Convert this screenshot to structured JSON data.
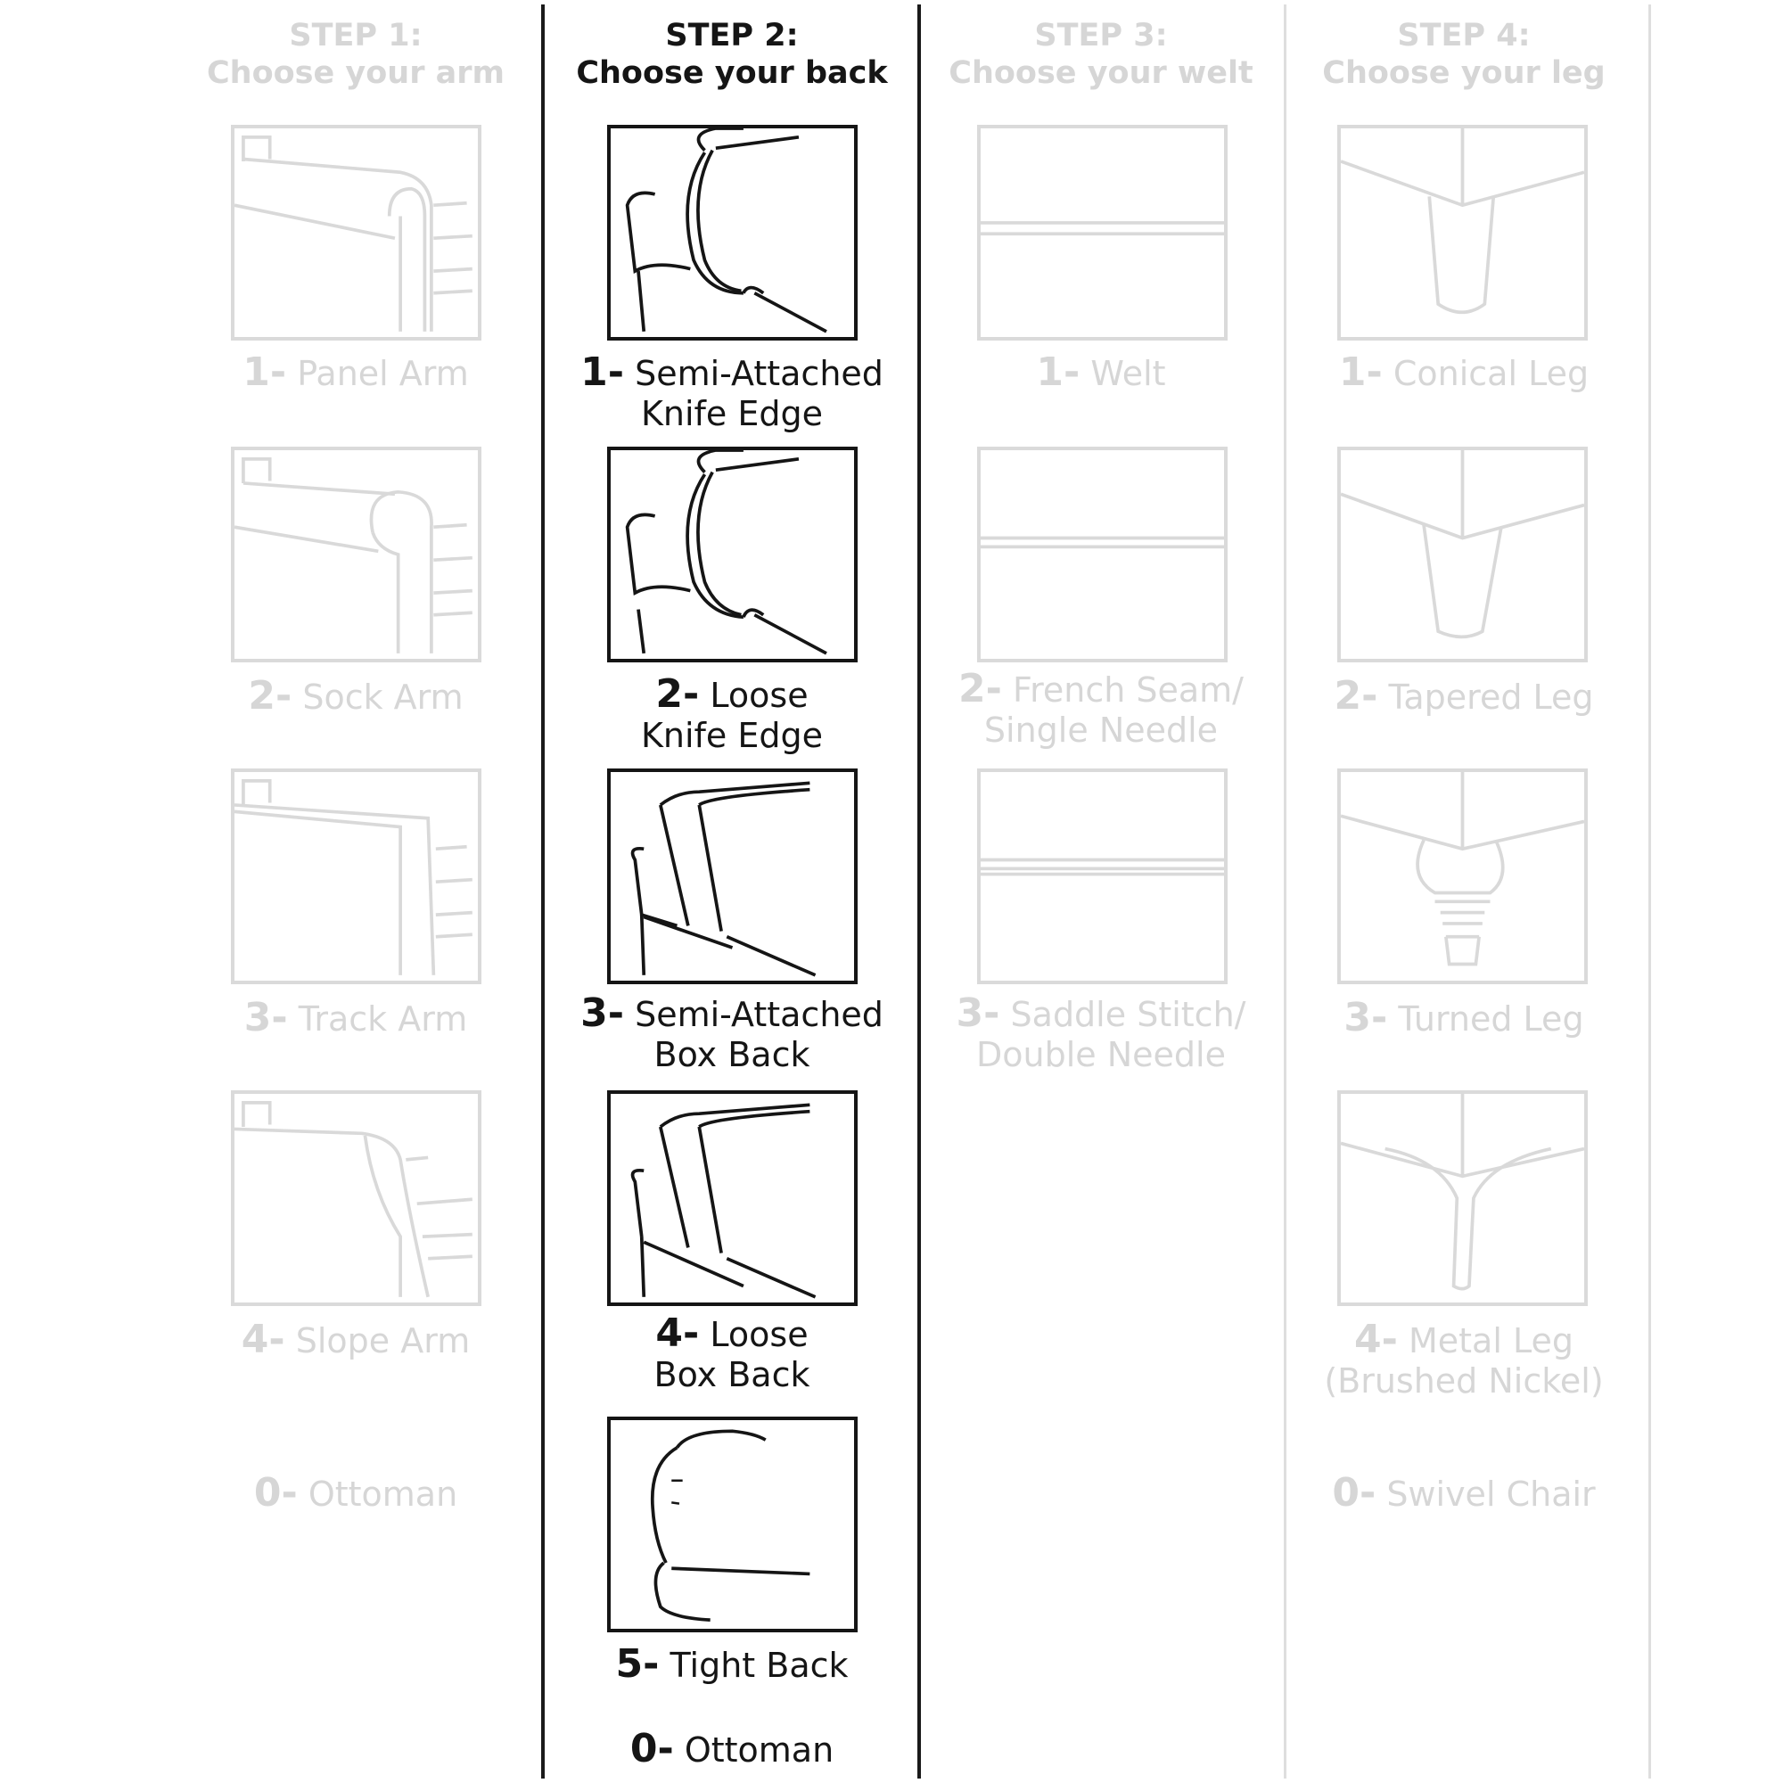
{
  "steps": [
    {
      "heading": [
        "STEP 1:",
        "Choose your arm"
      ],
      "active": false,
      "options": [
        {
          "num": "1-",
          "lines": [
            "Panel Arm"
          ],
          "icon": "panel-arm-icon"
        },
        {
          "num": "2-",
          "lines": [
            "Sock Arm"
          ],
          "icon": "sock-arm-icon"
        },
        {
          "num": "3-",
          "lines": [
            "Track Arm"
          ],
          "icon": "track-arm-icon"
        },
        {
          "num": "4-",
          "lines": [
            "Slope Arm"
          ],
          "icon": "slope-arm-icon"
        },
        {
          "num": "0-",
          "lines": [
            "Ottoman"
          ],
          "icon": null
        }
      ]
    },
    {
      "heading": [
        "STEP 2:",
        "Choose your back"
      ],
      "active": true,
      "options": [
        {
          "num": "1-",
          "lines": [
            "Semi-Attached",
            "Knife Edge"
          ],
          "icon": "semi-attached-knife-edge-icon"
        },
        {
          "num": "2-",
          "lines": [
            "Loose",
            "Knife Edge"
          ],
          "icon": "loose-knife-edge-icon"
        },
        {
          "num": "3-",
          "lines": [
            "Semi-Attached",
            "Box Back"
          ],
          "icon": "semi-attached-box-back-icon"
        },
        {
          "num": "4-",
          "lines": [
            "Loose",
            "Box Back"
          ],
          "icon": "loose-box-back-icon"
        },
        {
          "num": "5-",
          "lines": [
            "Tight Back"
          ],
          "icon": "tight-back-icon"
        },
        {
          "num": "0-",
          "lines": [
            "Ottoman"
          ],
          "icon": null
        }
      ]
    },
    {
      "heading": [
        "STEP 3:",
        "Choose your welt"
      ],
      "active": false,
      "options": [
        {
          "num": "1-",
          "lines": [
            "Welt"
          ],
          "icon": "welt-icon"
        },
        {
          "num": "2-",
          "lines": [
            "French Seam/",
            "Single Needle"
          ],
          "icon": "french-seam-icon"
        },
        {
          "num": "3-",
          "lines": [
            "Saddle Stitch/",
            "Double Needle"
          ],
          "icon": "saddle-stitch-icon"
        }
      ]
    },
    {
      "heading": [
        "STEP 4:",
        "Choose your leg"
      ],
      "active": false,
      "options": [
        {
          "num": "1-",
          "lines": [
            "Conical Leg"
          ],
          "icon": "conical-leg-icon"
        },
        {
          "num": "2-",
          "lines": [
            "Tapered Leg"
          ],
          "icon": "tapered-leg-icon"
        },
        {
          "num": "3-",
          "lines": [
            "Turned Leg"
          ],
          "icon": "turned-leg-icon"
        },
        {
          "num": "4-",
          "lines": [
            "Metal Leg",
            "(Brushed Nickel)"
          ],
          "icon": "metal-leg-icon"
        },
        {
          "num": "0-",
          "lines": [
            "Swivel Chair"
          ],
          "icon": null
        }
      ]
    }
  ],
  "colors": {
    "active": "#151515",
    "faded": "#d6d6d6"
  }
}
